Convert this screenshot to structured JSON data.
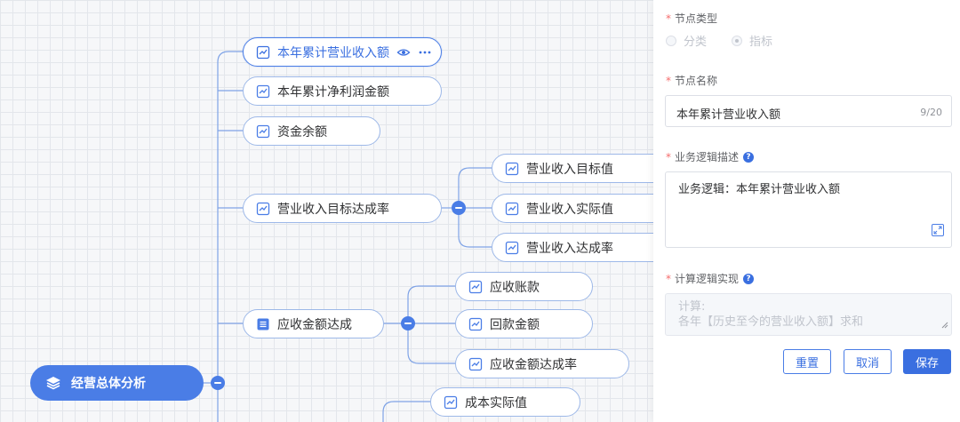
{
  "mindmap": {
    "root": {
      "label": "经营总体分析",
      "icon": "layers-icon"
    },
    "nodes": [
      {
        "label": "本年累计营业收入额",
        "icon": "trend-chart-icon",
        "selected": true
      },
      {
        "label": "本年累计净利润金额",
        "icon": "trend-chart-icon"
      },
      {
        "label": "资金余额",
        "icon": "trend-chart-icon"
      },
      {
        "label": "营业收入目标达成率",
        "icon": "trend-chart-icon"
      },
      {
        "label": "营业收入目标值",
        "icon": "trend-chart-icon"
      },
      {
        "label": "营业收入实际值",
        "icon": "trend-chart-icon"
      },
      {
        "label": "营业收入达成率",
        "icon": "trend-chart-icon"
      },
      {
        "label": "应收金额达成",
        "icon": "list-icon"
      },
      {
        "label": "应收账款",
        "icon": "trend-chart-icon"
      },
      {
        "label": "回款金额",
        "icon": "trend-chart-icon"
      },
      {
        "label": "应收金额达成率",
        "icon": "trend-chart-icon"
      },
      {
        "label": "成本实际值",
        "icon": "trend-chart-icon"
      }
    ],
    "colors": {
      "accent": "#4a7de6",
      "node_border": "#9db8e8",
      "link": "#7fa3e6"
    }
  },
  "form": {
    "node_type": {
      "label": "节点类型",
      "options": [
        "分类",
        "指标"
      ],
      "selected": "指标"
    },
    "node_name": {
      "label": "节点名称",
      "value": "本年累计营业收入额",
      "count": "9/20"
    },
    "business_logic": {
      "label": "业务逻辑描述",
      "value": "业务逻辑：本年累计营业收入额"
    },
    "calc_logic": {
      "label": "计算逻辑实现",
      "line1": "计算:",
      "line2": "各年【历史至今的营业收入额】求和"
    },
    "buttons": {
      "reset": "重置",
      "cancel": "取消",
      "save": "保存"
    }
  }
}
